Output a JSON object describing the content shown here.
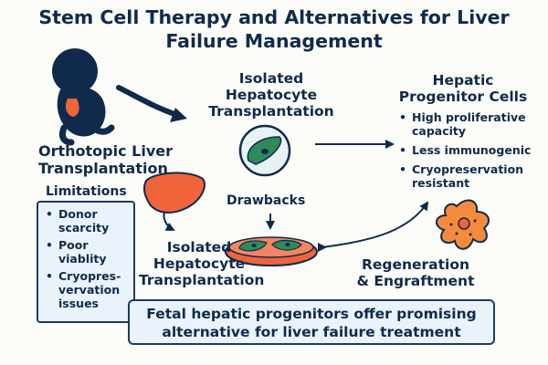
{
  "title": "Stem Cell Therapy and Alternatives for Liver Failure Management",
  "orthotopic": {
    "label_line1": "Orthotopic Liver",
    "label_line2": "Transplantation"
  },
  "limitations": {
    "heading": "Limitations",
    "items": [
      "Donor scarcity",
      "Poor viablity",
      "Cryopres-vervation issues"
    ]
  },
  "isolated_top": {
    "line1": "Isolated",
    "line2": "Hepatocyte",
    "line3": "Transplantation"
  },
  "isolated_bottom": {
    "line1": "Isolated",
    "line2": "Hepatocyte",
    "line3": "Transplantation"
  },
  "drawbacks": "Drawbacks",
  "progenitor": {
    "heading_line1": "Hepatic",
    "heading_line2": "Progenitor Cells",
    "items": [
      "High proliferative capacity",
      "Less immunogenic",
      "Cryopreservation resistant"
    ]
  },
  "regeneration": {
    "line1": "Regeneration",
    "line2": "& Engraftment"
  },
  "summary": {
    "line1": "Fetal hepatic progenitors offer promising",
    "line2": "alternative for liver failure treatment"
  },
  "colors": {
    "navy": "#102a4c",
    "liver": "#f0643c",
    "cell_green": "#2f8a5a",
    "box_fill": "#eaf3fb"
  }
}
